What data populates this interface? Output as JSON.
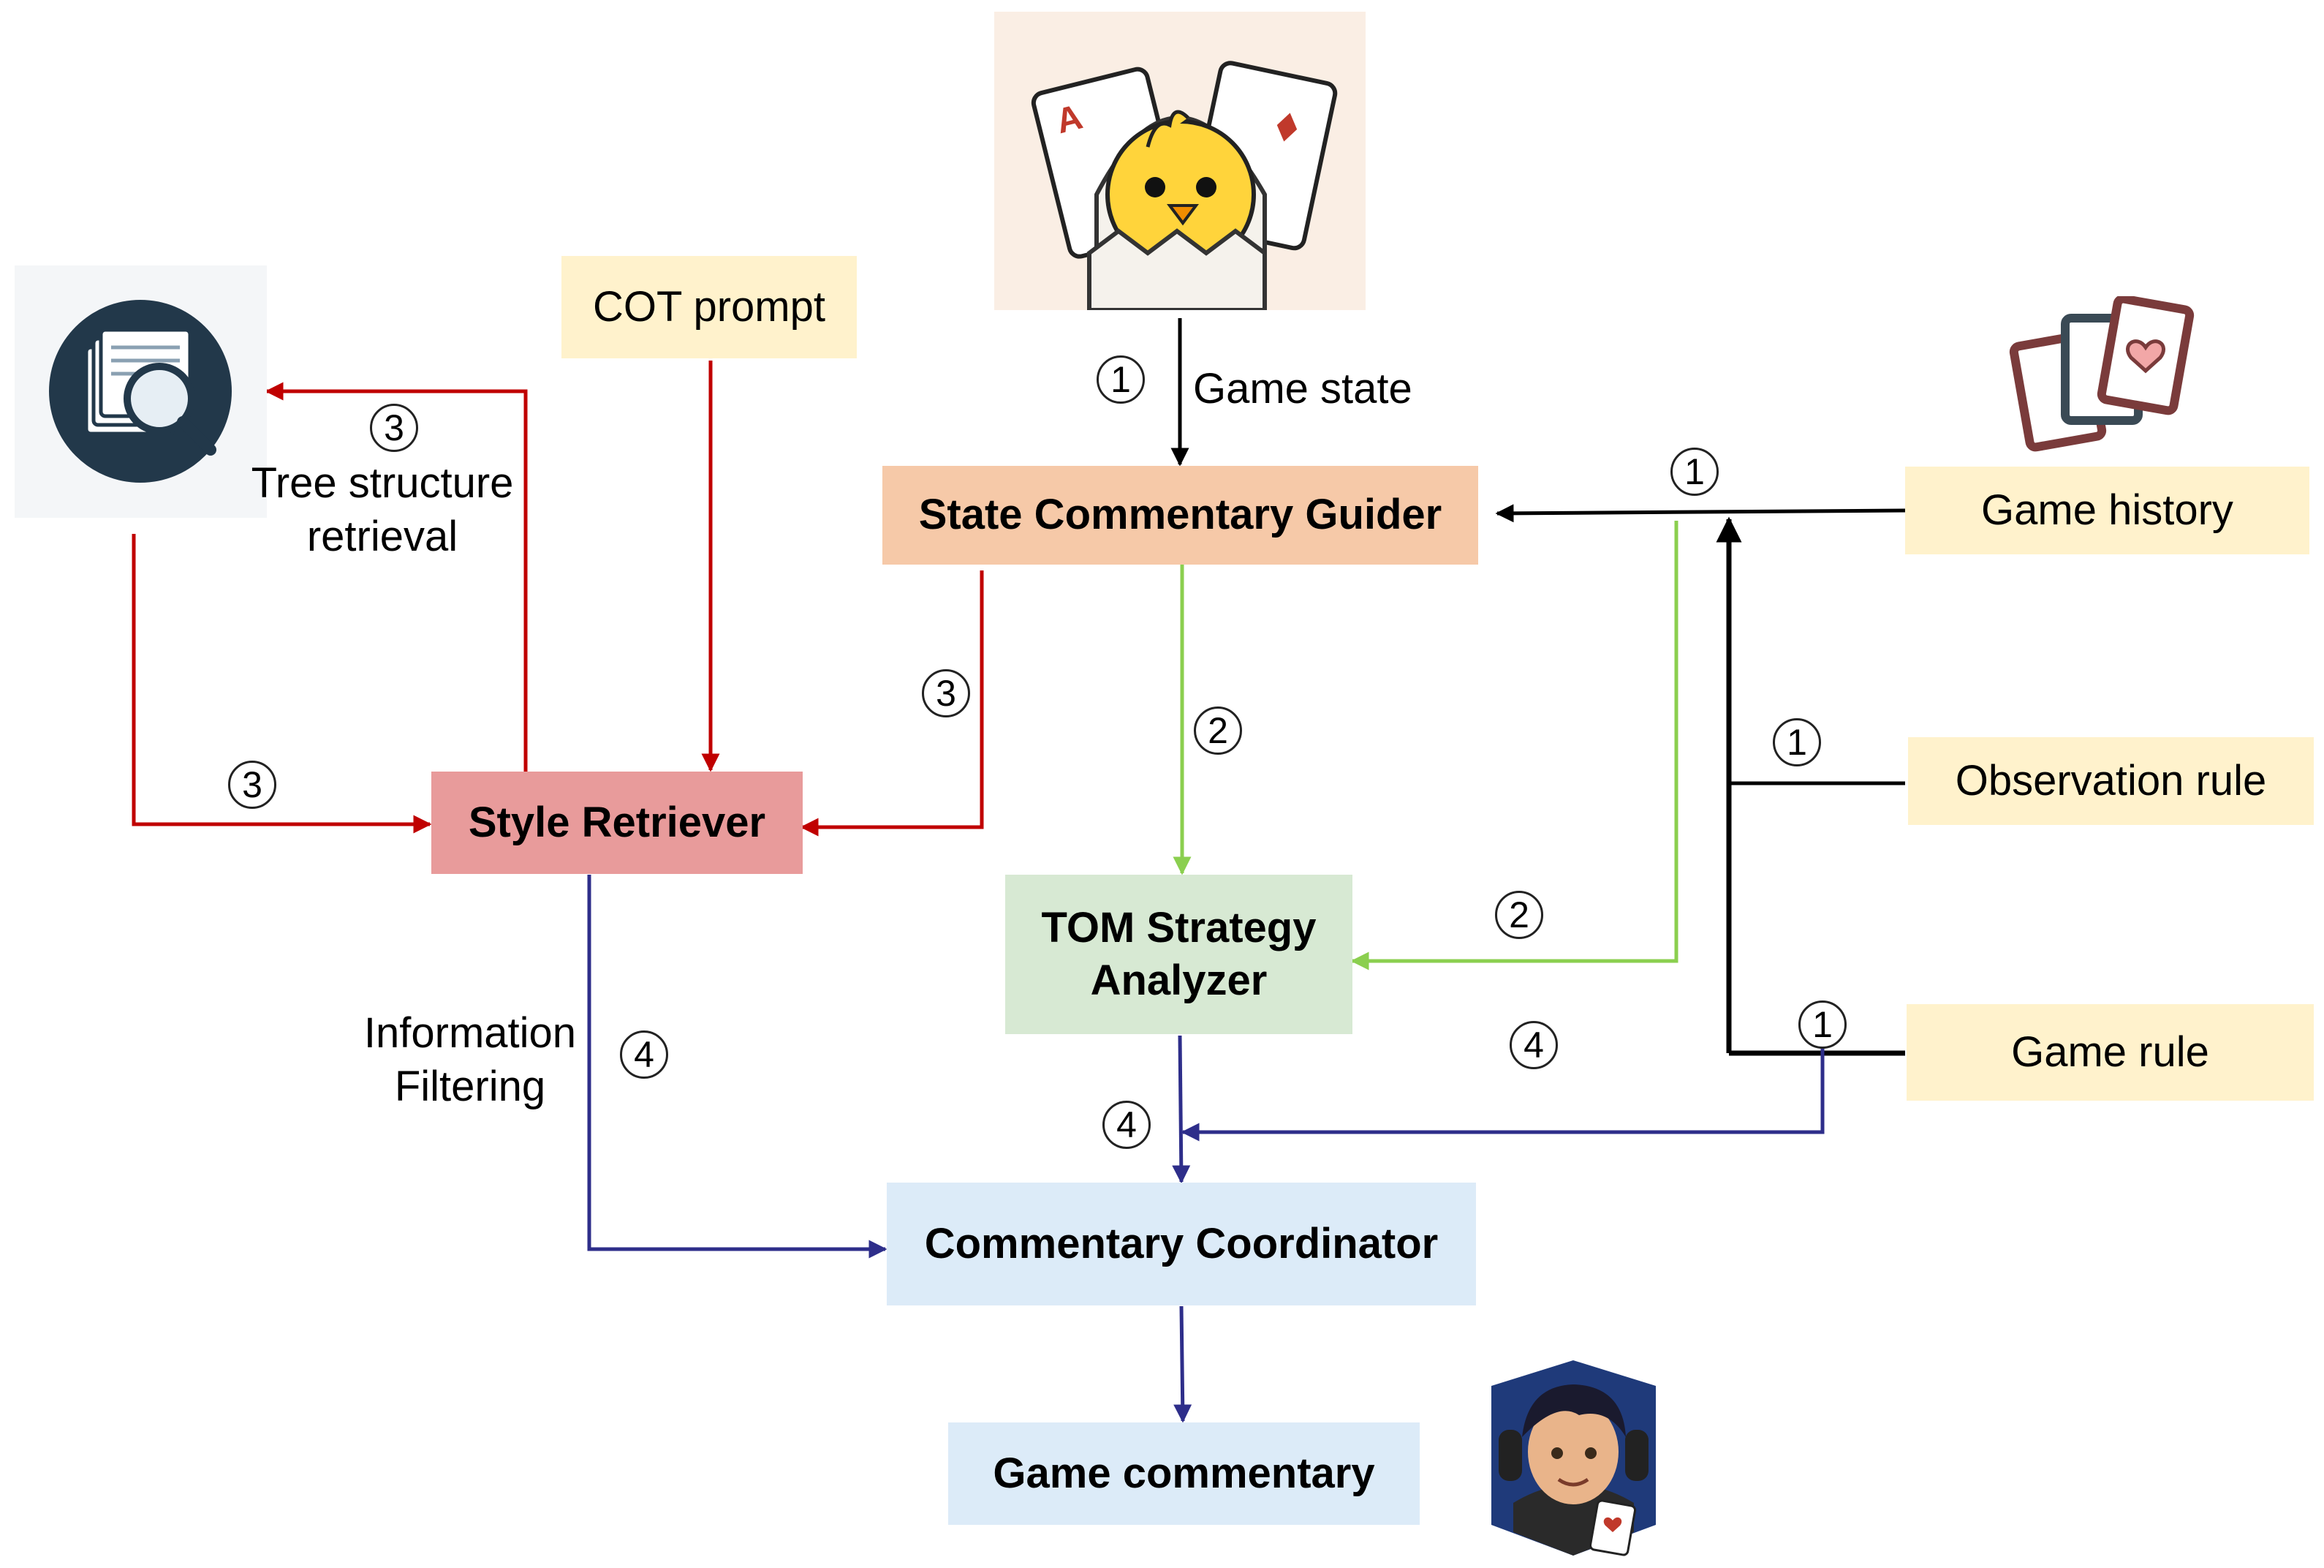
{
  "nodes": {
    "state_guider": "State Commentary Guider",
    "style_retriever": "Style Retriever",
    "tom_line1": "TOM Strategy",
    "tom_line2": "Analyzer",
    "coordinator": "Commentary Coordinator",
    "game_commentary": "Game commentary"
  },
  "inputs": {
    "cot_prompt": "COT prompt",
    "game_history": "Game history",
    "observation_rule": "Observation rule",
    "game_rule": "Game rule"
  },
  "edge_labels": {
    "game_state": "Game state",
    "tree_line1": "Tree structure",
    "tree_line2": "retrieval",
    "info_line1": "Information",
    "info_line2": "Filtering"
  },
  "steps": {
    "s1_gamestate": "1",
    "s1_history": "1",
    "s1_observation": "1",
    "s1_rule": "1",
    "s2_guider": "2",
    "s2_history": "2",
    "s3_tree": "3",
    "s3_guider": "3",
    "s3_doc": "3",
    "s4_filter": "4",
    "s4_tom": "4",
    "s4_rule": "4"
  },
  "colors": {
    "flow_black": "#000000",
    "flow_red": "#c00000",
    "flow_green": "#8bcf4f",
    "flow_navy": "#2e2e8a",
    "state_guider_fill": "#f6c9a8",
    "style_retriever_fill": "#e89b9b",
    "tom_fill": "#d7e9d3",
    "coordinator_fill": "#dcebf8",
    "input_fill": "#fff2cc"
  },
  "illustrations": [
    "chick-in-egg-with-cards-illustration",
    "document-search-icon",
    "playing-cards-icon",
    "commentator-avatar-illustration"
  ]
}
